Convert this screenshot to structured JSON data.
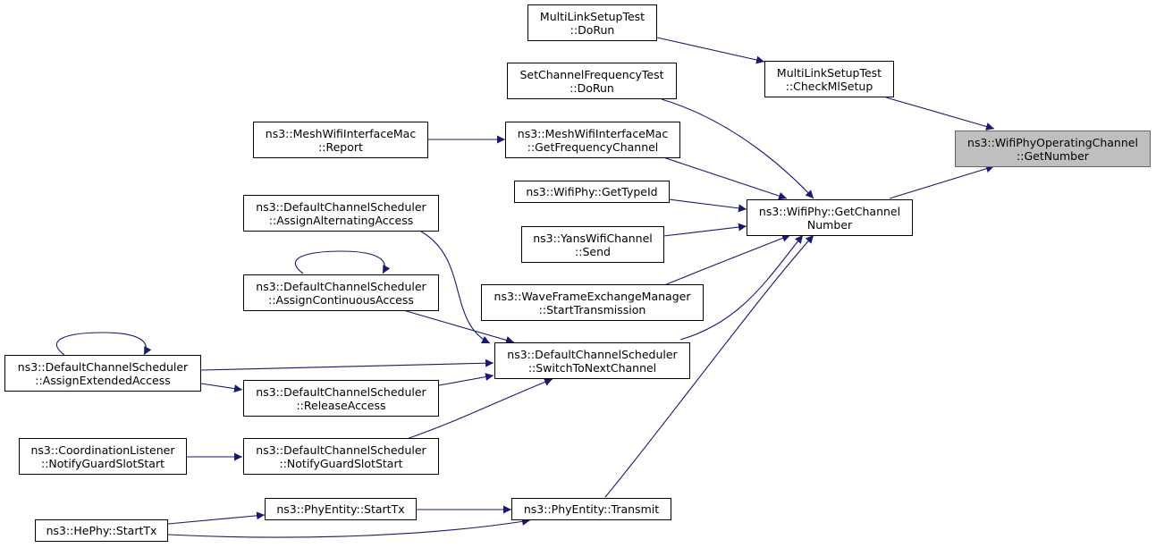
{
  "colors": {
    "edge": "#191970",
    "root_fill": "#bfbfbf",
    "node_border": "#000000"
  },
  "nodes": {
    "n1": {
      "l1": "ns3::WifiPhyOperatingChannel",
      "l2": "::GetNumber"
    },
    "n2": {
      "l1": "MultiLinkSetupTest",
      "l2": "::CheckMlSetup"
    },
    "n3": {
      "l1": "ns3::WifiPhy::GetChannel",
      "l2": "Number"
    },
    "n4": {
      "l1": "MultiLinkSetupTest",
      "l2": "::DoRun"
    },
    "n5": {
      "l1": "SetChannelFrequencyTest",
      "l2": "::DoRun"
    },
    "n6": {
      "l1": "ns3::MeshWifiInterfaceMac",
      "l2": "::GetFrequencyChannel"
    },
    "n7": {
      "l1": "ns3::WifiPhy::GetTypeId"
    },
    "n8": {
      "l1": "ns3::YansWifiChannel",
      "l2": "::Send"
    },
    "n9": {
      "l1": "ns3::WaveFrameExchangeManager",
      "l2": "::StartTransmission"
    },
    "n10": {
      "l1": "ns3::DefaultChannelScheduler",
      "l2": "::SwitchToNextChannel"
    },
    "n11": {
      "l1": "ns3::PhyEntity::Transmit"
    },
    "n12": {
      "l1": "ns3::MeshWifiInterfaceMac",
      "l2": "::Report"
    },
    "n13": {
      "l1": "ns3::DefaultChannelScheduler",
      "l2": "::AssignAlternatingAccess"
    },
    "n14": {
      "l1": "ns3::DefaultChannelScheduler",
      "l2": "::AssignContinuousAccess"
    },
    "n15": {
      "l1": "ns3::DefaultChannelScheduler",
      "l2": "::AssignExtendedAccess"
    },
    "n16": {
      "l1": "ns3::DefaultChannelScheduler",
      "l2": "::ReleaseAccess"
    },
    "n17": {
      "l1": "ns3::DefaultChannelScheduler",
      "l2": "::NotifyGuardSlotStart"
    },
    "n18": {
      "l1": "ns3::CoordinationListener",
      "l2": "::NotifyGuardSlotStart"
    },
    "n19": {
      "l1": "ns3::PhyEntity::StartTx"
    },
    "n20": {
      "l1": "ns3::HePhy::StartTx"
    }
  }
}
